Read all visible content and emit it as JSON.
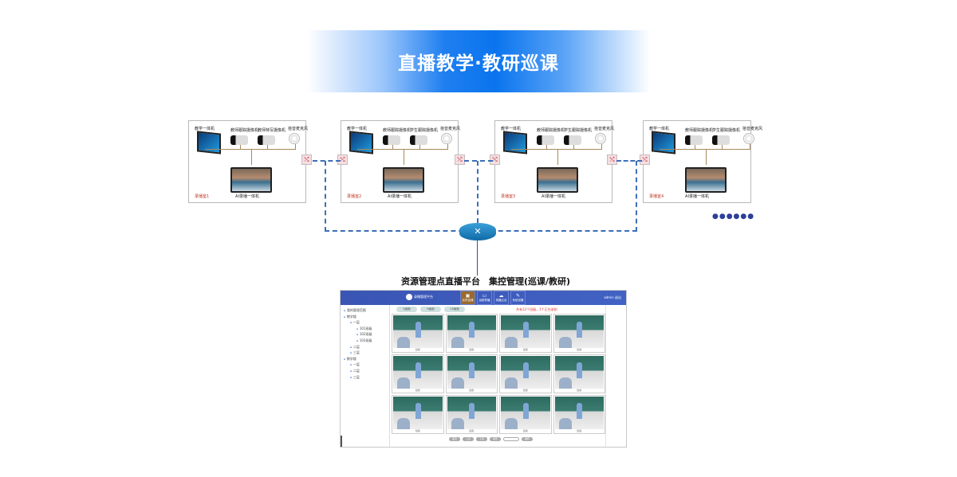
{
  "banner": {
    "title": "直播教学·教研巡课"
  },
  "rooms": [
    {
      "name": "录播室1",
      "display": "教学一体机",
      "cam1": "教师跟踪摄像机",
      "cam2": "教师特写摄像机",
      "mic": "拾音麦克风",
      "device": "AI录播一体机"
    },
    {
      "name": "录播室2",
      "display": "教学一体机",
      "cam1": "教师跟踪摄像机",
      "cam2": "学生跟踪摄像机",
      "mic": "拾音麦克风",
      "device": "AI录播一体机"
    },
    {
      "name": "录播室3",
      "display": "教学一体机",
      "cam1": "教师跟踪摄像机",
      "cam2": "学生跟踪摄像机",
      "mic": "拾音麦克风",
      "device": "AI录播一体机"
    },
    {
      "name": "录播室4",
      "display": "教学一体机",
      "cam1": "教师跟踪摄像机",
      "cam2": "学生跟踪摄像机",
      "mic": "拾音麦克风",
      "device": "AI录播一体机"
    }
  ],
  "switch_icon": "switch-icon",
  "more": "●●●●●●",
  "router_icon": "router-icon",
  "captions": {
    "left": "资源管理点直播平台",
    "right": "集控管理(巡课/教研)"
  },
  "app": {
    "logo": "录播管理平台",
    "nav": [
      {
        "label": "实时巡课",
        "icon": "▣"
      },
      {
        "label": "远程导播",
        "icon": "▭"
      },
      {
        "label": "录播云台",
        "icon": "☁"
      },
      {
        "label": "系统设置",
        "icon": "✎"
      }
    ],
    "header_right": "admin  退出",
    "sidebar": [
      {
        "label": "我的管理范围",
        "level": 0
      },
      {
        "label": "教学楼",
        "level": 0
      },
      {
        "label": "一层",
        "level": 1
      },
      {
        "label": "101班级",
        "level": 2
      },
      {
        "label": "102班级",
        "level": 2
      },
      {
        "label": "103班级",
        "level": 2
      },
      {
        "label": "二层",
        "level": 1
      },
      {
        "label": "三层",
        "level": 1
      },
      {
        "label": "教学楼",
        "level": 0
      },
      {
        "label": "一层",
        "level": 1
      },
      {
        "label": "二层",
        "level": 1
      },
      {
        "label": "三层",
        "level": 1
      }
    ],
    "layouts": [
      "4画面",
      "9画面",
      "16画面"
    ],
    "alert": "共有12个班级，1个正在录制",
    "cells": [
      "班级",
      "班级",
      "班级",
      "班级",
      "班级",
      "班级",
      "班级",
      "班级",
      "班级",
      "班级",
      "班级",
      "班级"
    ],
    "pager": [
      "首页",
      "上页",
      "下页",
      "尾页",
      "",
      "跳转"
    ]
  }
}
